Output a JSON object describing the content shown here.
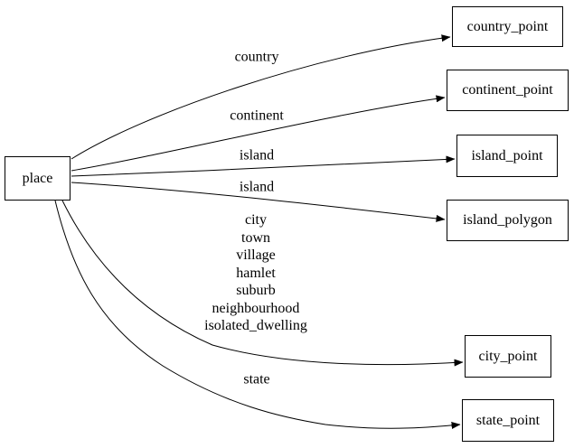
{
  "diagram": {
    "type": "directed-graph",
    "colors": {
      "stroke": "#000000",
      "node_fill": "#ffffff",
      "background": "#ffffff",
      "text": "#000000"
    },
    "nodes": [
      {
        "id": "place",
        "label": "place"
      },
      {
        "id": "country_point",
        "label": "country_point"
      },
      {
        "id": "continent_point",
        "label": "continent_point"
      },
      {
        "id": "island_point",
        "label": "island_point"
      },
      {
        "id": "island_polygon",
        "label": "island_polygon"
      },
      {
        "id": "city_point",
        "label": "city_point"
      },
      {
        "id": "state_point",
        "label": "state_point"
      }
    ],
    "edges": [
      {
        "from": "place",
        "to": "country_point",
        "label": "country"
      },
      {
        "from": "place",
        "to": "continent_point",
        "label": "continent"
      },
      {
        "from": "place",
        "to": "island_point",
        "label": "island"
      },
      {
        "from": "place",
        "to": "island_polygon",
        "label": "island"
      },
      {
        "from": "place",
        "to": "city_point",
        "label_lines": [
          "city",
          "town",
          "village",
          "hamlet",
          "suburb",
          "neighbourhood",
          "isolated_dwelling"
        ]
      },
      {
        "from": "place",
        "to": "state_point",
        "label": "state"
      }
    ]
  }
}
